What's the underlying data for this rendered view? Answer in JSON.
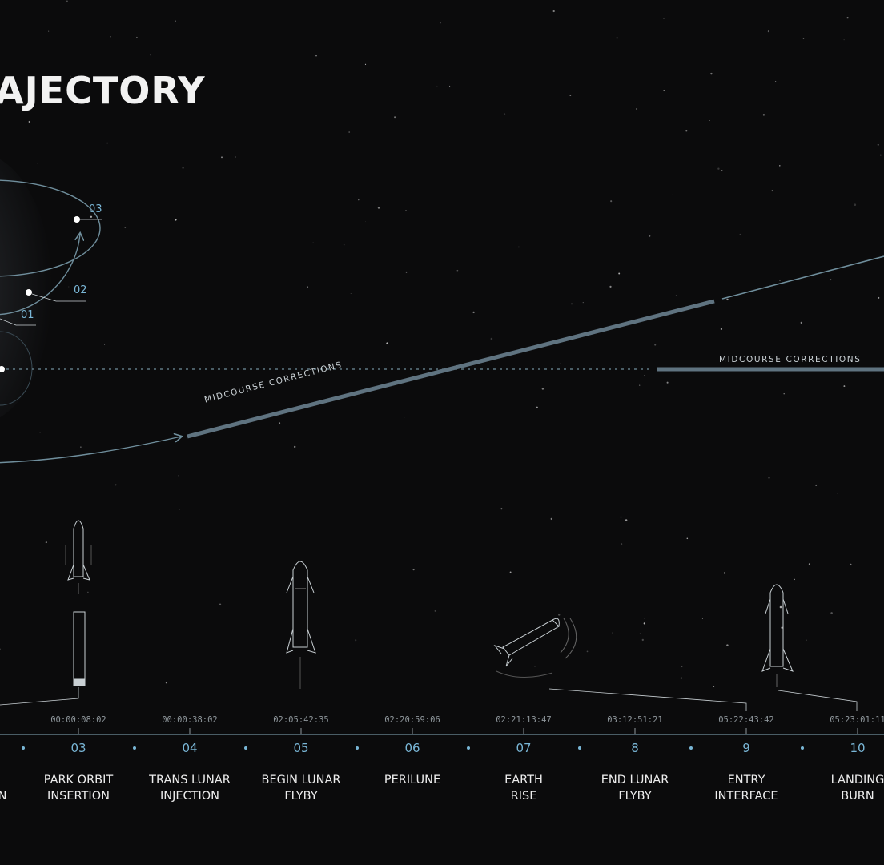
{
  "title": "AJECTORY",
  "orbit_labels": [
    "03",
    "02",
    "01"
  ],
  "midcourse_label_left": "MIDCOURSE CORRECTIONS",
  "midcourse_label_right": "MIDCOURSE CORRECTIONS",
  "left_cut_label": "N",
  "timeline": [
    {
      "time": "00:00:08:02",
      "num": "03",
      "label": "PARK ORBIT\nINSERTION"
    },
    {
      "time": "00:00:38:02",
      "num": "04",
      "label": "TRANS LUNAR\nINJECTION"
    },
    {
      "time": "02:05:42:35",
      "num": "05",
      "label": "BEGIN LUNAR\nFLYBY"
    },
    {
      "time": "02:20:59:06",
      "num": "06",
      "label": "PERILUNE"
    },
    {
      "time": "02:21:13:47",
      "num": "07",
      "label": "EARTH\nRISE"
    },
    {
      "time": "03:12:51:21",
      "num": "8",
      "label": "END LUNAR\nFLYBY"
    },
    {
      "time": "05:22:43:42",
      "num": "9",
      "label": "ENTRY\nINTERFACE"
    },
    {
      "time": "05:23:01:11",
      "num": "10",
      "label": "LANDING\nBURN"
    }
  ],
  "colors": {
    "background": "#0b0b0c",
    "accent": "#79b6d6",
    "trajectory": "#6f8e9c",
    "line": "#c9d0d4"
  }
}
